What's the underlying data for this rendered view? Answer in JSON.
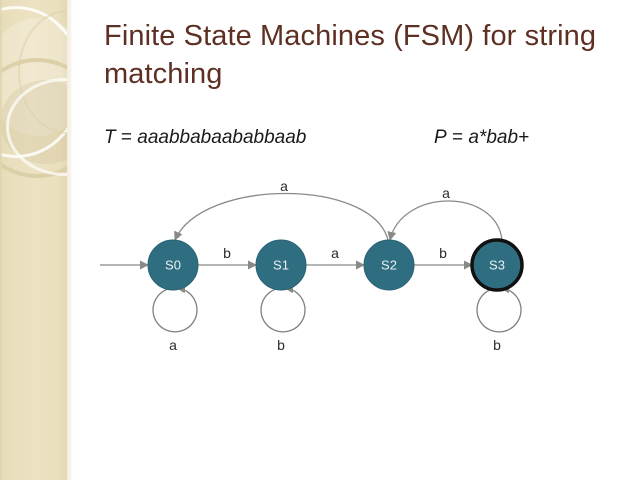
{
  "slide": {
    "title": "Finite State Machines (FSM) for string matching",
    "title_color": "#5e3023",
    "background_color": "#ffffff",
    "sidebar_color": "#eadfbd"
  },
  "definitions": {
    "text_label": "T",
    "text_equals": "=",
    "text_value": "aaabbabaababbaab",
    "pattern_label": "P",
    "pattern_equals": "=",
    "pattern_value": "a*bab+"
  },
  "automaton": {
    "node_fill": "#2f6d80",
    "node_label_color": "#e9f1f3",
    "edge_color": "#888a86",
    "states": [
      {
        "id": "S0",
        "label": "S0",
        "accepting": false,
        "start": true
      },
      {
        "id": "S1",
        "label": "S1",
        "accepting": false,
        "start": false
      },
      {
        "id": "S2",
        "label": "S2",
        "accepting": false,
        "start": false
      },
      {
        "id": "S3",
        "label": "S3",
        "accepting": true,
        "start": false
      }
    ],
    "transitions": [
      {
        "from": "S0",
        "to": "S1",
        "label": "b",
        "kind": "straight"
      },
      {
        "from": "S1",
        "to": "S2",
        "label": "a",
        "kind": "straight"
      },
      {
        "from": "S2",
        "to": "S3",
        "label": "b",
        "kind": "straight"
      },
      {
        "from": "S2",
        "to": "S0",
        "label": "a",
        "kind": "arc-above"
      },
      {
        "from": "S3",
        "to": "S2",
        "label": "a",
        "kind": "arc-above"
      },
      {
        "from": "S0",
        "to": "S0",
        "label": "a",
        "kind": "self-loop"
      },
      {
        "from": "S1",
        "to": "S1",
        "label": "b",
        "kind": "self-loop"
      },
      {
        "from": "S3",
        "to": "S3",
        "label": "b",
        "kind": "self-loop"
      }
    ]
  }
}
